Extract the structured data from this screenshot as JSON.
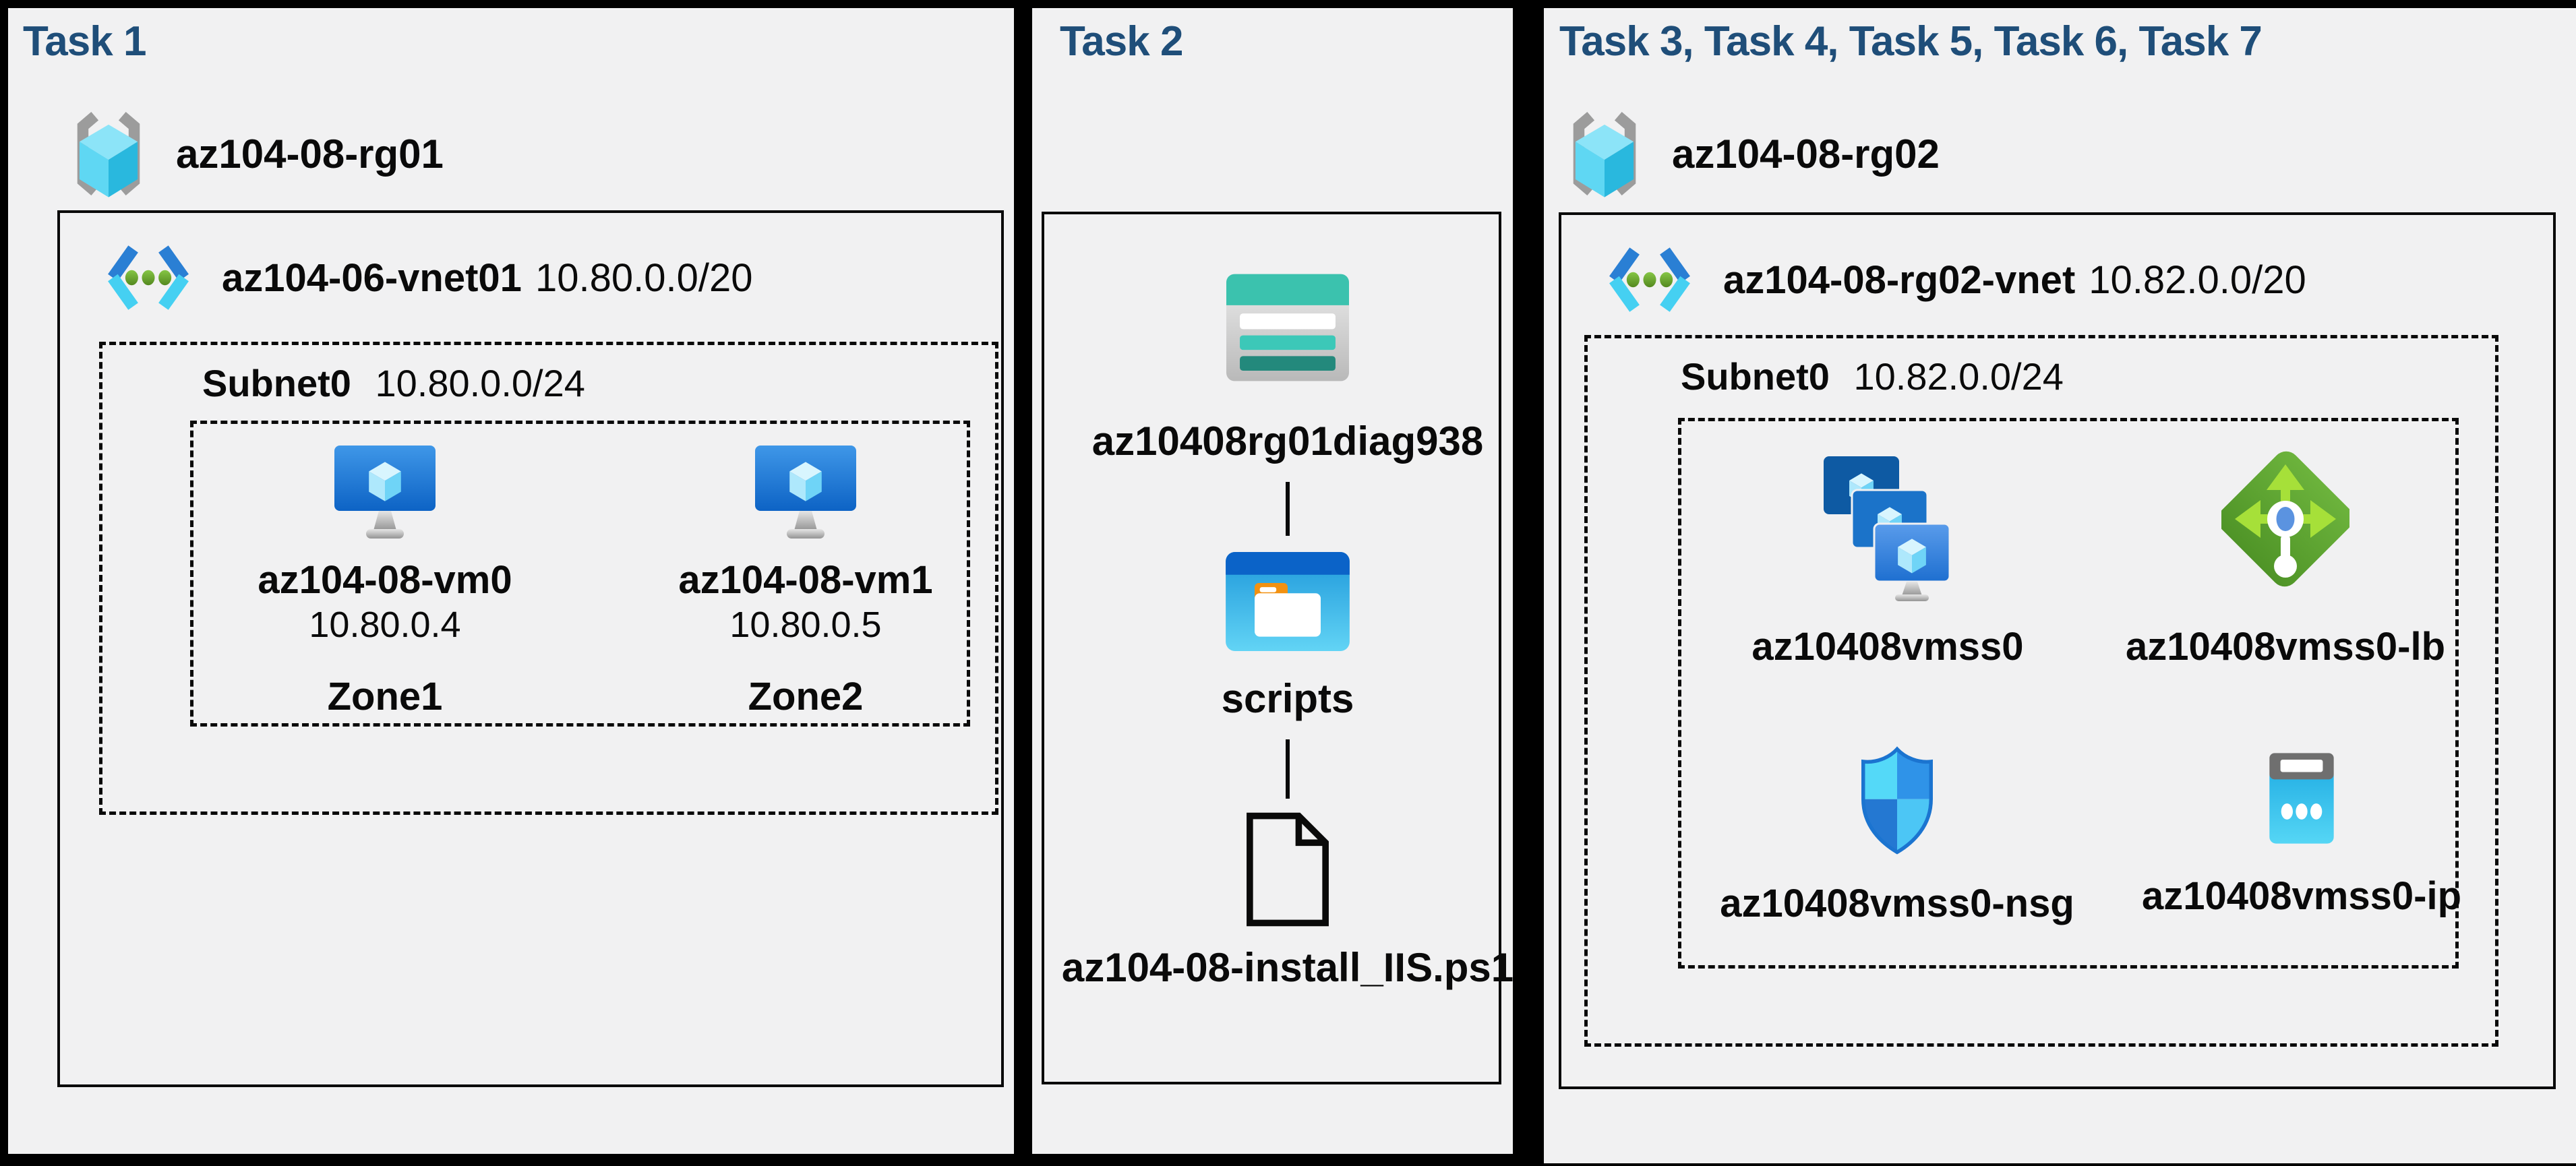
{
  "colors": {
    "canvas_bg": "#000000",
    "panel_bg": "#f1f1f2",
    "task_title": "#1f4e79",
    "label_text": "#0a0a0a",
    "vm_blue": "#1b72c8",
    "storage_teal": "#3bc2ae",
    "lb_green": "#5da02c",
    "nsg_blue": "#2f93e8",
    "ip_cyan": "#35c3ee"
  },
  "panels": [
    {
      "title": "Task 1",
      "resource_group": {
        "name": "az104-08-rg01"
      },
      "vnet": {
        "name": "az104-06-vnet01",
        "cidr": "10.80.0.0/20"
      },
      "subnet": {
        "name": "Subnet0",
        "cidr": "10.80.0.0/24"
      },
      "vms": [
        {
          "name": "az104-08-vm0",
          "ip": "10.80.0.4",
          "zone": "Zone1"
        },
        {
          "name": "az104-08-vm1",
          "ip": "10.80.0.5",
          "zone": "Zone2"
        }
      ]
    },
    {
      "title": "Task 2",
      "storage_account": {
        "name": "az10408rg01diag938"
      },
      "folder": {
        "name": "scripts"
      },
      "file": {
        "name": "az104-08-install_IIS.ps1"
      }
    },
    {
      "title": "Task 3, Task 4, Task 5, Task 6, Task 7",
      "resource_group": {
        "name": "az104-08-rg02"
      },
      "vnet": {
        "name": "az104-08-rg02-vnet",
        "cidr": "10.82.0.0/20"
      },
      "subnet": {
        "name": "Subnet0",
        "cidr": "10.82.0.0/24"
      },
      "resources": [
        {
          "name": "az10408vmss0",
          "type": "vm-scale-set"
        },
        {
          "name": "az10408vmss0-lb",
          "type": "load-balancer"
        },
        {
          "name": "az10408vmss0-nsg",
          "type": "network-security-group"
        },
        {
          "name": "az10408vmss0-ip",
          "type": "public-ip"
        }
      ]
    }
  ]
}
